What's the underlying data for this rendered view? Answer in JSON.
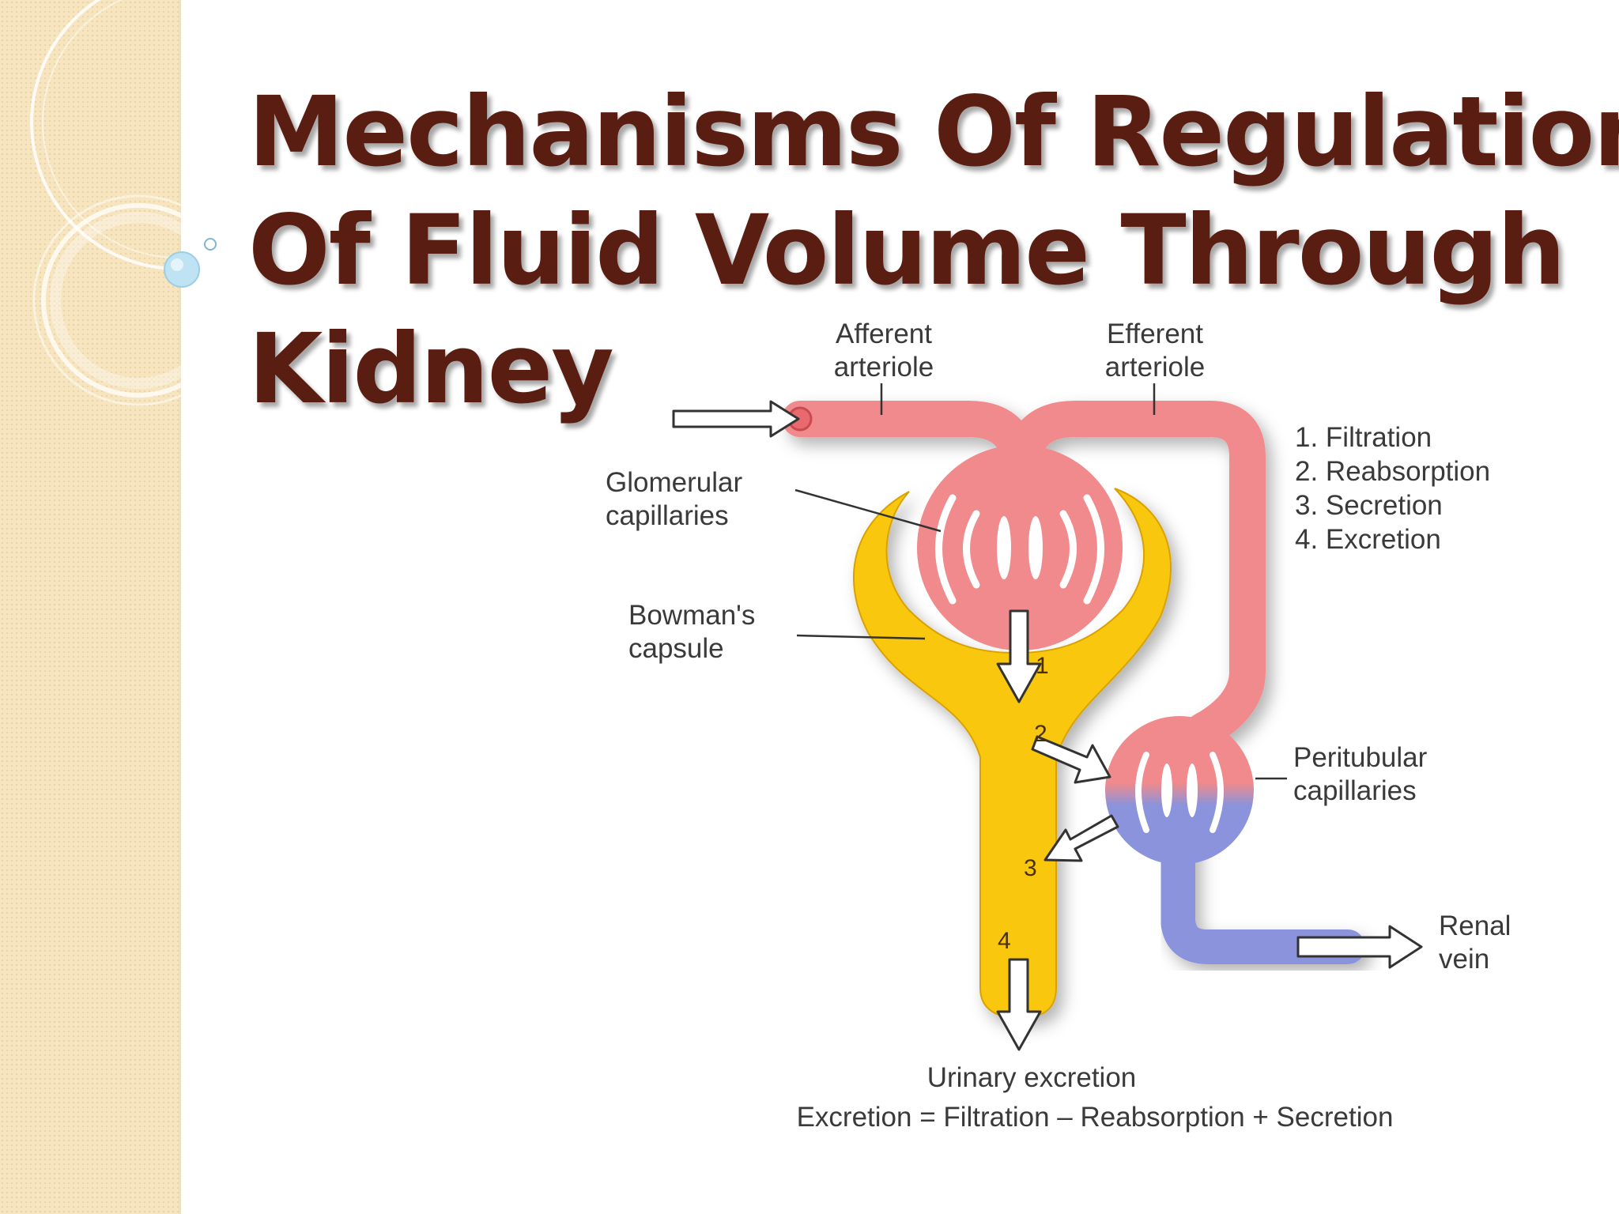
{
  "title": {
    "line1": "Mechanisms Of Regulation",
    "line2": "Of Fluid Volume Through",
    "line3": "Kidney"
  },
  "labels": {
    "afferent_1": "Afferent",
    "afferent_2": "arteriole",
    "efferent_1": "Efferent",
    "efferent_2": "arteriole",
    "glomerular_1": "Glomerular",
    "glomerular_2": "capillaries",
    "bowman_1": "Bowman's",
    "bowman_2": "capsule",
    "peritubular_1": "Peritubular",
    "peritubular_2": "capillaries",
    "renal_1": "Renal",
    "renal_2": "vein",
    "urinary": "Urinary excretion",
    "equation": "Excretion = Filtration – Reabsorption + Secretion"
  },
  "processes": [
    "1. Filtration",
    "2. Reabsorption",
    "3. Secretion",
    "4. Excretion"
  ],
  "step_numbers": [
    "1",
    "2",
    "3",
    "4"
  ],
  "colors": {
    "title": "#5a1d12",
    "arteriole": "#f08a8c",
    "capsule": "#f9c70f",
    "vein": "#8b93dc",
    "sidebar": "#f6e5bf",
    "accent_bubble": "#bfe3f2"
  }
}
